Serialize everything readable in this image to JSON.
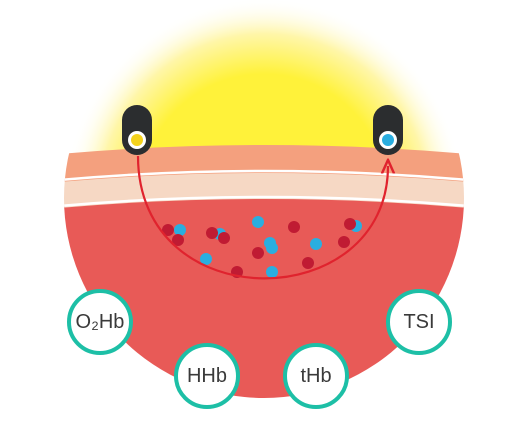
{
  "labels": {
    "o2hb": "O₂Hb",
    "hhb": "HHb",
    "thb": "tHb",
    "tsi": "TSI"
  },
  "icons": {
    "emitter": "light-emitter-icon",
    "detector": "light-detector-icon"
  },
  "colors": {
    "light_glow": "#fff23a",
    "skin_outer": "#f4a07e",
    "skin_mid": "#f6d8c4",
    "tissue": "#e85a57",
    "light_path": "#e0232e",
    "oxygenated_cell": "#c01b33",
    "deoxygenated_cell": "#2aaee0",
    "emitter_light": "#f4d21c",
    "detector_light": "#2aaee0",
    "sensor_body": "#2b2d2f",
    "badge_ring": "#1dbfa6"
  },
  "blood_cells": {
    "oxygenated": 10,
    "deoxygenated": 9
  }
}
